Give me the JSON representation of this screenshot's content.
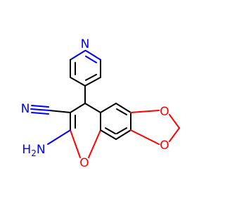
{
  "molecule": {
    "atoms": {
      "n_pyridine": "N",
      "n_nitrile": "N",
      "o_bridge_top": "O",
      "o_bridge_bottom": "O",
      "o_pyran": "O",
      "amine_h": "H",
      "amine_subscript": "2",
      "amine_n": "N"
    }
  },
  "colors": {
    "bond": "#000000",
    "nitrogen": "#0000ff",
    "oxygen": "#ff0000"
  }
}
